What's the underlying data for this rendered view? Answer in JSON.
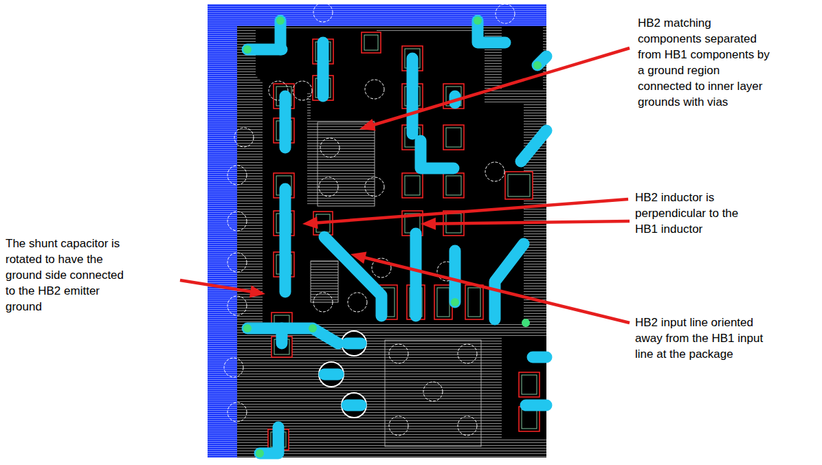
{
  "diagram": {
    "labels": [
      "HB2 matching components separated from HB1 components by a ground region connected to inner layer grounds with vias",
      "HB2 inductor is perpendicular to the HB1 inductor",
      "The shunt capacitor is rotated to have the ground side connected to the HB2 emitter ground",
      "HB2 input line oriented away from the HB1 input line at the package"
    ]
  }
}
